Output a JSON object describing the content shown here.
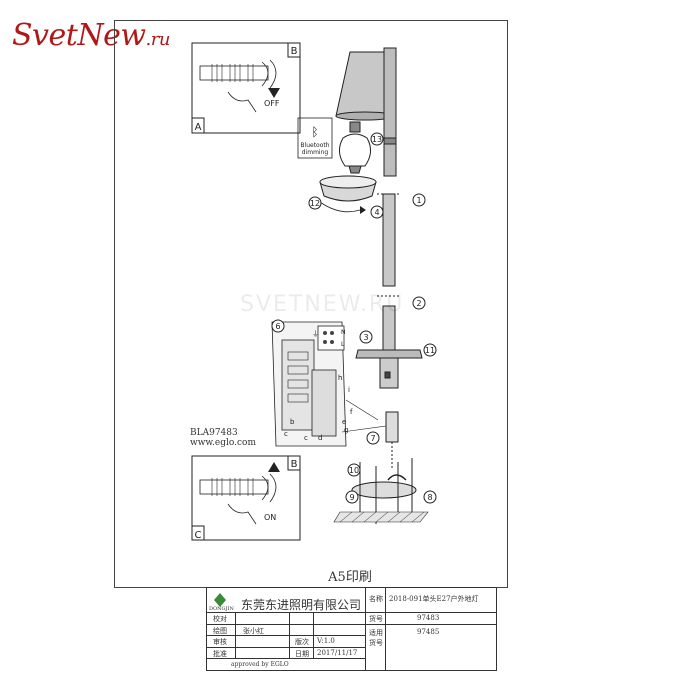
{
  "logo": {
    "brand": "Svet",
    "brand2": "New",
    "suffix": ".ru"
  },
  "watermark": "SVETNEW.RU",
  "panels": {
    "top_b": "B",
    "top_a": "A",
    "top_action": "OFF",
    "bottom_b": "B",
    "bottom_c": "C",
    "bottom_action": "ON"
  },
  "lamp": {
    "bluetooth_line1": "Bluetooth",
    "bluetooth_line2": "dimming"
  },
  "callouts": {
    "c1": "1",
    "c2": "2",
    "c3": "3",
    "c4": "4",
    "c6": "6",
    "c7": "7",
    "c8": "8",
    "c9": "9",
    "c10": "10",
    "c11": "11",
    "c12": "12",
    "c13": "13"
  },
  "terminals": {
    "N": "N",
    "L": "L",
    "ground": "⏚"
  },
  "wiring_letters": [
    "b",
    "c",
    "c",
    "d",
    "e",
    "f",
    "g",
    "h",
    "i"
  ],
  "model": {
    "code": "BLA97483",
    "site": "www.eglo.com"
  },
  "print_size": "A5印刷",
  "title_block": {
    "company": "东莞东进照明有限公司",
    "logo_text": "DONGJIN",
    "name_label": "名称",
    "name_value": "2018-091单头E27户外地灯",
    "check_label": "校对",
    "item_label": "货号",
    "item_value": "97483",
    "draw_label": "绘图",
    "drawer": "张小红",
    "apply_label1": "适用",
    "apply_label2": "货号",
    "apply_value": "97485",
    "review_label": "审核",
    "version_label": "版次",
    "version_value": "V:1.0",
    "approve_label": "批准",
    "date_label": "日期",
    "date_value": "2017/11/17",
    "approved_by": "approved by EGLO"
  }
}
